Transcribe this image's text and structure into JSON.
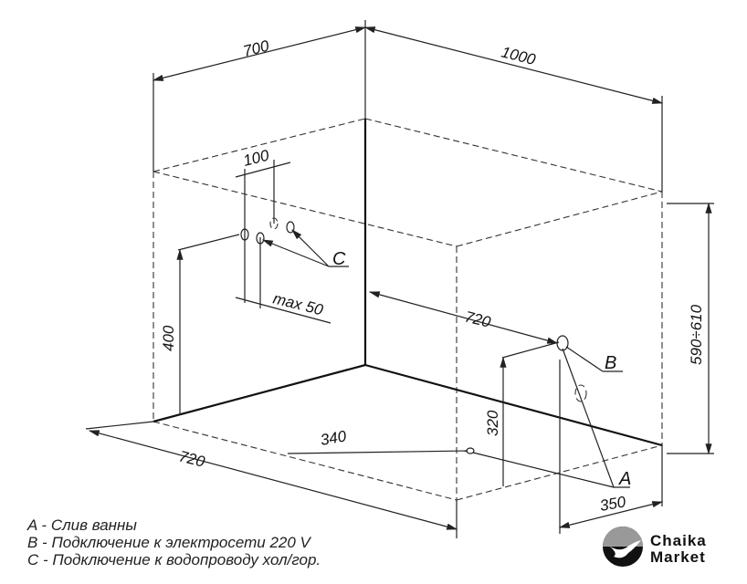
{
  "dimensions": {
    "width_top": "700",
    "length_top": "1000",
    "tap_spacing": "100",
    "tap_offset": "max 50",
    "tap_height": "400",
    "height": "590÷610",
    "electric_distance": "720",
    "electric_height": "320",
    "drain_distance": "340",
    "floor_length": "720",
    "drain_offset": "350"
  },
  "labels": {
    "a": "A",
    "b": "B",
    "c": "C"
  },
  "legend": [
    "A - Слив ванны",
    "B - Подключение к электросети 220 V",
    "C - Подключение к водопроводу хол/гор."
  ],
  "logo": {
    "line1": "Chaika",
    "line2": "Market"
  }
}
